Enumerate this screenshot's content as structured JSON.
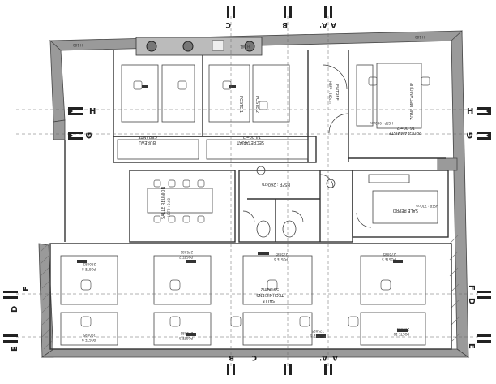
{
  "plan": {
    "rooms": {
      "programmiste": [
        "PROGRAMMISTE",
        "16.00m2",
        "HSFP : 960cm"
      ],
      "zone_mecanique": [
        "ZONE MECANIQUE"
      ],
      "entree": [
        "ENTREE",
        "HSFP : 260cm"
      ],
      "secretariat": [
        "SECRETARIAT",
        "14.00m2"
      ],
      "bureau_gerants": [
        "BUREAU",
        "GERANTS"
      ],
      "salle_reunion": [
        "SALLE REUNION",
        "HSFP : 2.60"
      ],
      "sale_repro": [
        "SALE REPRO",
        "HSFP : 270cm"
      ],
      "salle_techniciens": [
        "SALLE",
        "TECHNICIENS",
        "56.00m2"
      ],
      "hsfp_center": [
        "HSFP : 260cm"
      ],
      "poste_1": [
        "POSTE 1"
      ],
      "poste_2": [
        "POSTE 2"
      ]
    },
    "workstations": {
      "poste_left_top": [
        "POSTE 8",
        "290X85"
      ],
      "poste_left_bottom": [
        "POSTE 9",
        "290X85"
      ],
      "poste_mid_top_a": [
        "POSTE 7",
        "275X85"
      ],
      "poste_mid_top_b": [
        "POSTE 6",
        "275X85"
      ],
      "poste_right_top": [
        "POSTE 5",
        "275X85"
      ],
      "poste_bottom_a": [
        "POSTE 3",
        "275X85"
      ],
      "poste_bottom_b": [
        "POSTE 4",
        "275X85"
      ],
      "poste_bottom_c": [
        "POSTE 10",
        "290X85"
      ]
    },
    "section_marks": {
      "A": "A",
      "A_prime": "A'",
      "B": "B",
      "C": "C",
      "D": "D",
      "E": "E",
      "F": "F",
      "G": "G",
      "H": "H"
    },
    "misc": {
      "ceiling_top": "H 181",
      "ceiling_left": "H 180",
      "ceiling_right": "H 180"
    }
  }
}
